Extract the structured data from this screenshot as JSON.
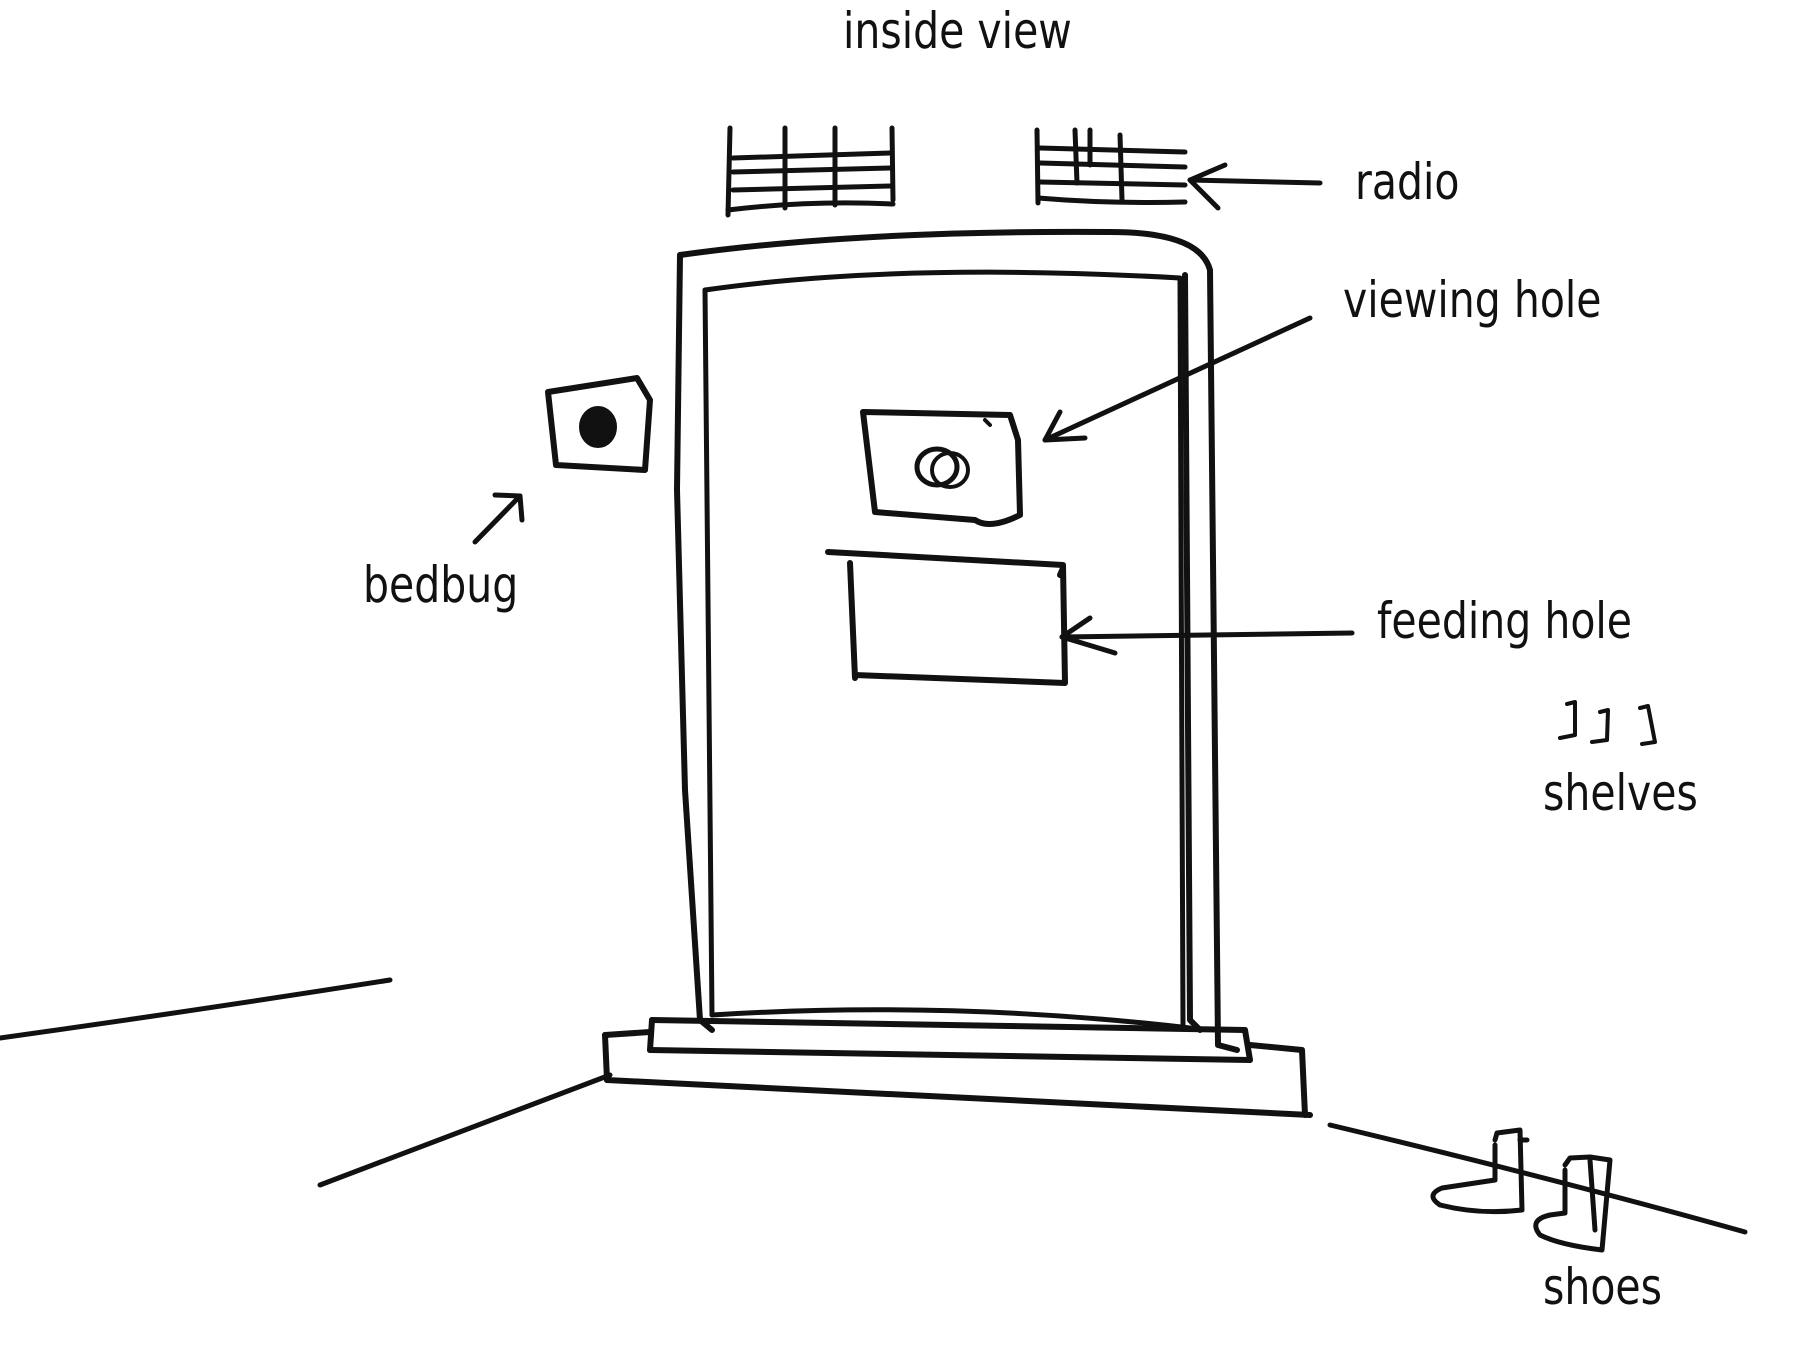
{
  "title": "inside view",
  "labels": {
    "radio": "radio",
    "viewing_hole": "viewing hole",
    "feeding_hole": "feeding hole",
    "bedbug": "bedbug",
    "shelves": "shelves",
    "shoes": "shoes"
  },
  "colors": {
    "ink": "#111111",
    "paper": "#ffffff"
  }
}
